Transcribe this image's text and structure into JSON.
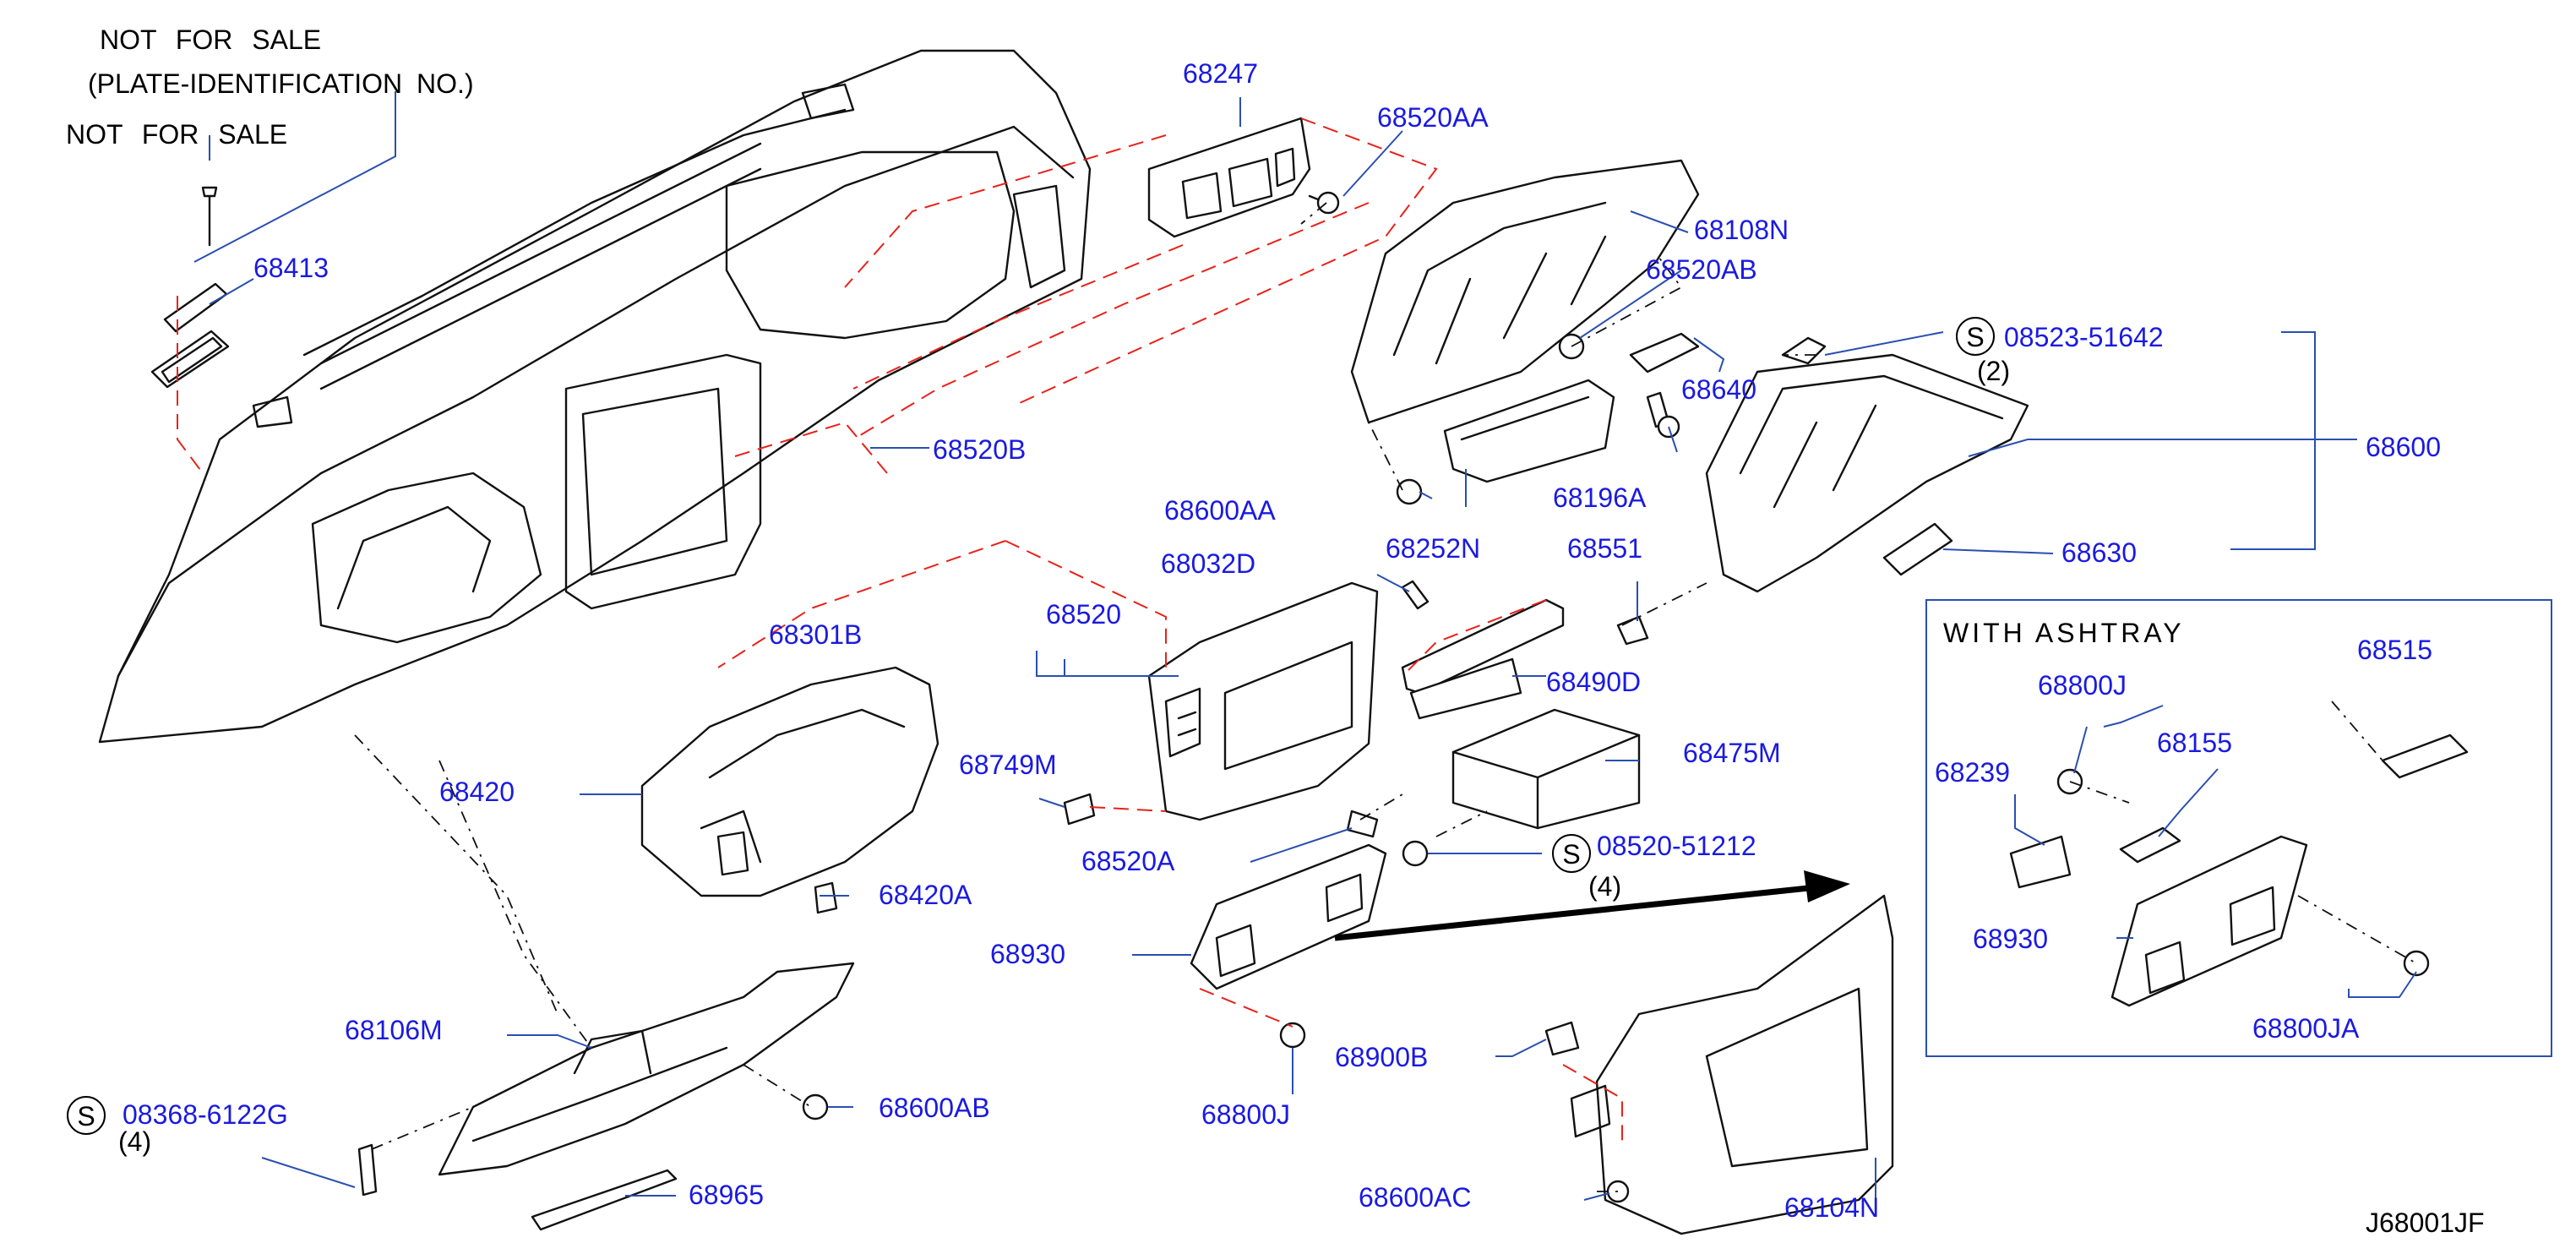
{
  "colors": {
    "part_number": "#1a1ae0",
    "leader": "#2a4fb0",
    "phantom_line": "#e8221b",
    "outline": "#111111",
    "background": "#ffffff"
  },
  "notes": {
    "not_for_sale_1": "NOT FOR SALE",
    "plate_id": "(PLATE-IDENTIFICATION NO.)",
    "not_for_sale_2": "NOT FOR SALE",
    "with_ashtray": "WITH ASHTRAY",
    "diagram_code": "J68001JF"
  },
  "symbols": {
    "standard_part": "S"
  },
  "labels": {
    "p68247": "68247",
    "p68520AA": "68520AA",
    "p68108N": "68108N",
    "p68520AB": "68520AB",
    "p08523": "08523-51642",
    "qty08523": "(2)",
    "p68413": "68413",
    "p68640": "68640",
    "p68600": "68600",
    "p68520B": "68520B",
    "p68196A": "68196A",
    "p68600AA": "68600AA",
    "p68252N": "68252N",
    "p68551": "68551",
    "p68630": "68630",
    "p68032D": "68032D",
    "p68520": "68520",
    "p68301B": "68301B",
    "p68490D": "68490D",
    "p68475M": "68475M",
    "p68800J_r": "68800J",
    "p68515": "68515",
    "p68749M": "68749M",
    "p68420": "68420",
    "p68520A": "68520A",
    "p08520": "08520-51212",
    "qty08520": "(4)",
    "p68155": "68155",
    "p68239": "68239",
    "p68420A": "68420A",
    "p68930": "68930",
    "p68930_r": "68930",
    "p68106M": "68106M",
    "p68900B": "68900B",
    "p68800JA": "68800JA",
    "p08368": "08368-6122G",
    "qty08368": "(4)",
    "p68600AB": "68600AB",
    "p68800J": "68800J",
    "p68965": "68965",
    "p68600AC": "68600AC",
    "p68104N": "68104N"
  }
}
